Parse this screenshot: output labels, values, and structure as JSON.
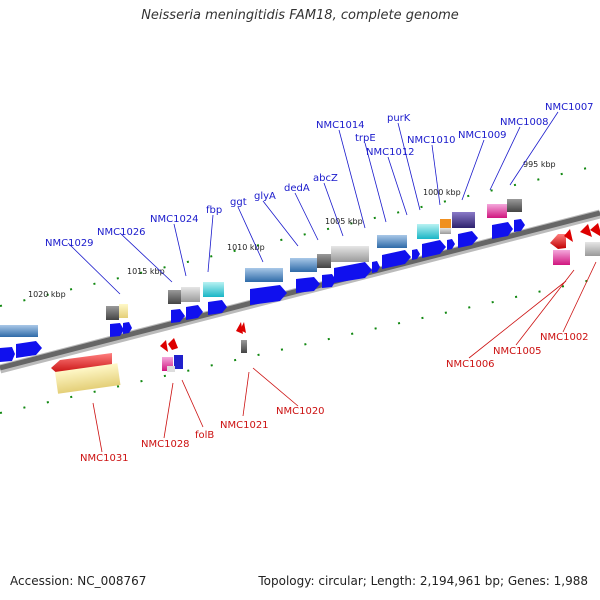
{
  "title": "Neisseria meningitidis FAM18, complete genome",
  "footer": {
    "accession": "Accession: NC_008767",
    "summary": "Topology: circular; Length: 2,194,961 bp; Genes: 1,988"
  },
  "scale_labels": [
    "995 kbp",
    "1000 kbp",
    "1005 kbp",
    "1010 kbp",
    "1015 kbp",
    "1020 kbp"
  ],
  "forward_genes": [
    "NMC1007",
    "NMC1008",
    "NMC1009",
    "NMC1010",
    "purK",
    "NMC1012",
    "trpE",
    "NMC1014",
    "abcZ",
    "dedA",
    "glyA",
    "ggt",
    "fbp",
    "NMC1024",
    "NMC1026",
    "NMC1029"
  ],
  "reverse_genes": [
    "NMC1002",
    "NMC1005",
    "NMC1006",
    "NMC1020",
    "NMC1021",
    "folB",
    "NMC1028",
    "NMC1031"
  ],
  "colors": {
    "forward_label": "#1a1acc",
    "reverse_label": "#cc1111",
    "tick": "#118811",
    "strand": "#666666"
  }
}
